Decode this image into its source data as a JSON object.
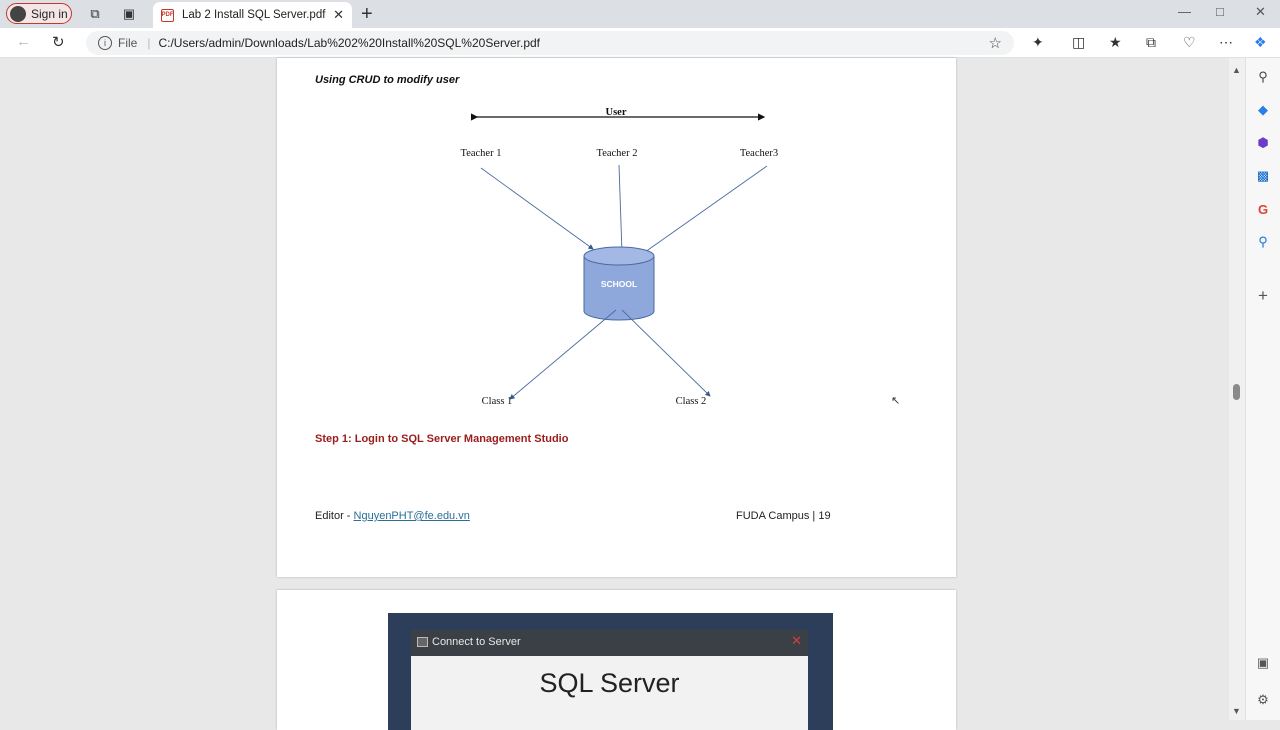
{
  "browser": {
    "signin_label": "Sign in",
    "tab_title": "Lab 2 Install SQL Server.pdf",
    "address_scheme": "File",
    "address_url": "C:/Users/admin/Downloads/Lab%202%20Install%20SQL%20Server.pdf"
  },
  "doc": {
    "heading": "Using CRUD to modify user",
    "diagram": {
      "top_label": "User",
      "teachers": [
        "Teacher 1",
        "Teacher 2",
        "Teacher3"
      ],
      "database": "SCHOOL",
      "classes": [
        "Class 1",
        "Class 2"
      ]
    },
    "step": "Step 1:  Login to SQL Server Management Studio",
    "footer_prefix": "Editor - ",
    "footer_email": "NguyenPHT@fe.edu.vn",
    "footer_right": "FUDA Campus | 19"
  },
  "embedded_screenshot": {
    "dialog_title": "Connect to Server",
    "brand": "SQL Server"
  }
}
